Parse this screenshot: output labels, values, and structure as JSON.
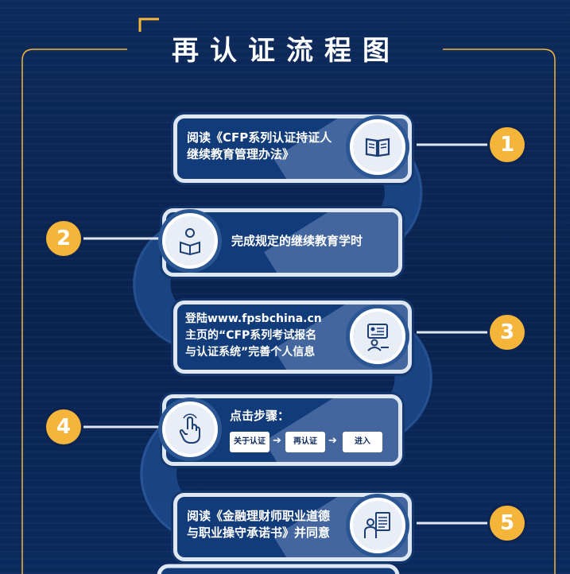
{
  "title": "再认证流程图",
  "colors": {
    "background": "#0b2452",
    "accent": "#f5b43a",
    "card": "#123b79",
    "card_border": "#dfe7f3"
  },
  "steps": [
    {
      "number": "1",
      "text_lines": [
        "阅读《CFP系列认证持证人",
        "继续教育管理办法》"
      ],
      "icon": "open-book-icon"
    },
    {
      "number": "2",
      "text_lines": [
        "完成规定的继续教育学时"
      ],
      "icon": "person-reading-icon"
    },
    {
      "number": "3",
      "text_lines": [
        "登陆www.fpsbchina.cn",
        "主页的“CFP系列考试报名",
        "与认证系统”完善个人信息"
      ],
      "icon": "person-at-computer-icon"
    },
    {
      "number": "4",
      "text_lines": [
        "点击步骤："
      ],
      "icon": "tap-hand-icon",
      "buttons": [
        "关于认证",
        "再认证",
        "进入"
      ]
    },
    {
      "number": "5",
      "text_lines": [
        "阅读《金融理财师职业道德",
        "与职业操守承诺书》并同意"
      ],
      "icon": "person-document-icon"
    }
  ]
}
